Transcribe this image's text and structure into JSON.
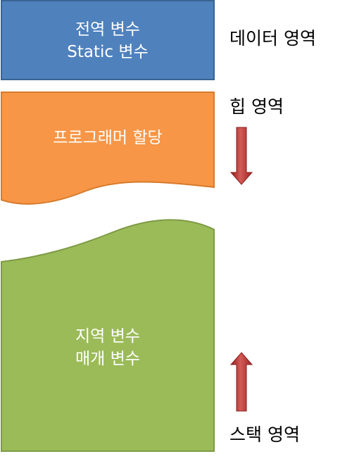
{
  "data_segment": {
    "line1": "전역 변수",
    "line2": "Static 변수",
    "label": "데이터 영역",
    "color": "#4f81bd"
  },
  "heap_segment": {
    "text": "프로그래머 할당",
    "label": "힙 영역",
    "color": "#f79646",
    "arrow_direction": "down"
  },
  "stack_segment": {
    "line1": "지역 변수",
    "line2": "매개 변수",
    "label": "스택 영역",
    "color": "#9bbb59",
    "arrow_direction": "up"
  },
  "arrow_color": "#c0504d"
}
